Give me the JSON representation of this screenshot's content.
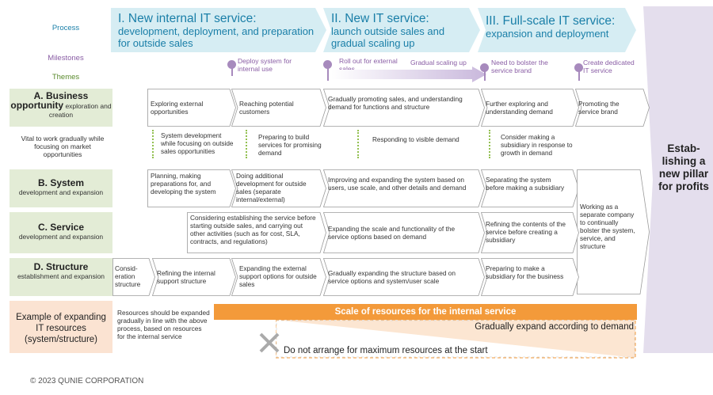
{
  "left_labels": {
    "process": "Process",
    "milestones": "Milestones",
    "themes": "Themes"
  },
  "phases": [
    {
      "title": "I. New internal IT service:",
      "subtitle": "development, deployment, and preparation for outside sales"
    },
    {
      "title": "II. New IT service:",
      "subtitle": "launch outside sales and gradual scaling up"
    },
    {
      "title": "III. Full-scale IT service:",
      "subtitle": "expansion and deployment"
    }
  ],
  "goal": "Estab-lishing a new pillar for profits",
  "milestones": [
    {
      "label": "Deploy system for internal use"
    },
    {
      "label": "Roll out for external sales"
    },
    {
      "label": "Gradual scaling up"
    },
    {
      "label": "Need to bolster the service brand"
    },
    {
      "label": "Create dedicated IT service"
    }
  ],
  "rows": {
    "a": {
      "title": "A. Business opportunity",
      "desc": "exploration and creation",
      "cells": [
        "Exploring external opportunities",
        "Reaching potential customers",
        "Gradually promoting sales, and understanding demand for functions and structure",
        "Further exploring and understanding demand",
        "Promoting the service brand"
      ]
    },
    "vital": {
      "label": "Vital to work gradually while focusing on market opportunities",
      "notes": [
        "System development while focusing on outside sales opportunities",
        "Preparing to build services for promising demand",
        "Responding to visible demand",
        "Consider making a subsidiary in response to growth in demand"
      ]
    },
    "b": {
      "title": "B. System",
      "desc": "development and expansion",
      "cells": [
        "Planning, making preparations for, and developing the system",
        "Doing additional development for outside sales (separate internal/external)",
        "Improving and expanding the system based on users, use scale, and other details and demand",
        "Separating the system before making a subsidiary"
      ]
    },
    "c": {
      "title": "C. Service",
      "desc": "development and expansion",
      "cells": [
        "Considering establishing the service before starting outside sales, and carrying out other activities (such as for cost, SLA, contracts, and regulations)",
        "Expanding the scale and functionality of the service options based on demand",
        "Refining the contents of the service before creating a subsidiary"
      ]
    },
    "d": {
      "title": "D. Structure",
      "desc": "establishment and expansion",
      "cells": [
        "Consid-eration structure",
        "Refining the internal support structure",
        "Expanding the external support options for outside sales",
        "Gradually expanding the structure based on service options and system/user scale",
        "Preparing to make a subsidiary for the business"
      ]
    },
    "company": "Working as a separate company to continually bolster the system, service, and structure"
  },
  "resources": {
    "title": "Example of expanding IT resources (system/structure)",
    "note": "Resources should be expanded gradually in line with the above process, based on resources for the internal service",
    "bar": "Scale of resources for the internal service",
    "expand": "Gradually expand according to demand",
    "dont": "Do not arrange for maximum resources at the start"
  },
  "copyright": "© 2023 QUNIE CORPORATION",
  "colors": {
    "phase": "#d6edf3",
    "phase_text": "#1a7fa8",
    "milestone": "#a78abd",
    "theme": "#e3ecd6",
    "goal": "#e4deed",
    "orange": "#f39a3a",
    "green_dash": "#92c050"
  }
}
